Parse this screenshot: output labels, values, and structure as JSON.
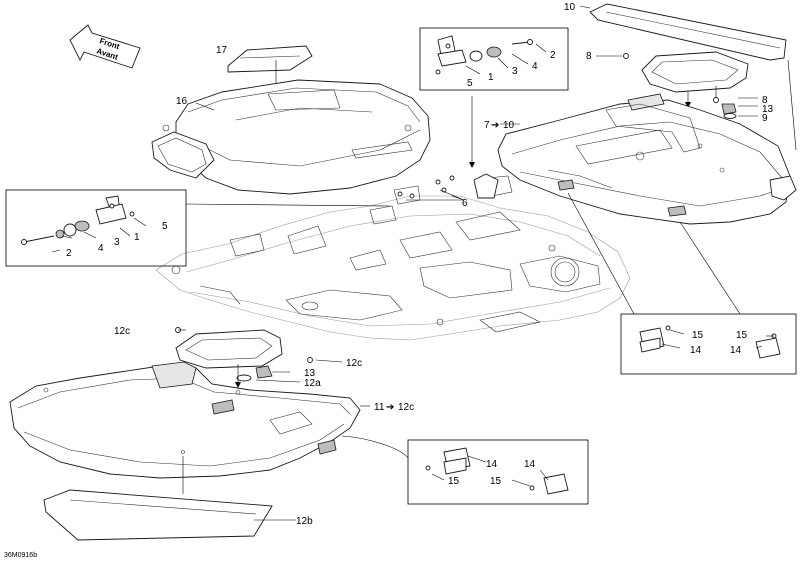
{
  "orientation_arrow": {
    "line1": "Front",
    "line2": "Avant"
  },
  "drawing_code": "36M0916b",
  "callouts": {
    "c1_a": "1",
    "c2_a": "2",
    "c3_a": "3",
    "c4_a": "4",
    "c5_a": "5",
    "c1_b": "1",
    "c2_b": "2",
    "c3_b": "3",
    "c4_b": "4",
    "c5_b": "5",
    "c6": "6",
    "c7": "7",
    "c8_a": "8",
    "c8_b": "8",
    "c9": "9",
    "c10_a": "10",
    "c10_b": "10",
    "c11": "11",
    "c12c_ref": "12c",
    "c12a": "12a",
    "c12b": "12b",
    "c12c_a": "12c",
    "c12c_b": "12c",
    "c13_a": "13",
    "c13_b": "13",
    "c14_a": "14",
    "c14_b": "14",
    "c14_c": "14",
    "c14_d": "14",
    "c15_a": "15",
    "c15_b": "15",
    "c15_c": "15",
    "c15_d": "15",
    "c16": "16",
    "c17": "17"
  },
  "arrow_glyph": "➔"
}
